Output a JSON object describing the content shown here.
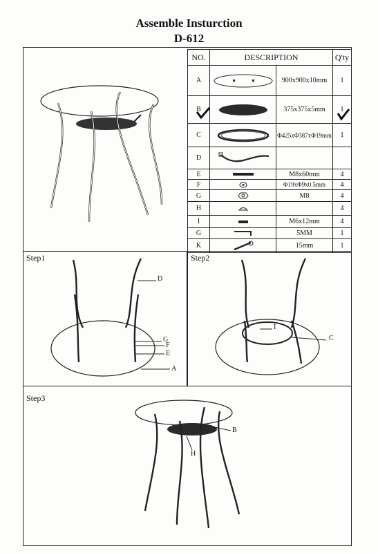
{
  "header": {
    "title": "Assemble Insturction",
    "model": "D-612"
  },
  "table": {
    "headers": {
      "no": "NO.",
      "description": "DESCRIPTION",
      "qty": "Q'ty"
    },
    "rows": [
      {
        "no": "A",
        "icon": "glass-tabletop-icon",
        "spec": "900x900x10mm",
        "qty": "1"
      },
      {
        "no": "B",
        "icon": "mesh-shelf-icon",
        "spec": "375x375x5mm",
        "qty": "1"
      },
      {
        "no": "C",
        "icon": "ring-frame-icon",
        "spec": "Φ425xΦ387xΦ19mm",
        "qty": "1"
      },
      {
        "no": "D",
        "icon": "curved-leg-icon",
        "spec": "",
        "qty": ""
      },
      {
        "no": "E",
        "icon": "bolt-icon",
        "spec": "M8x60mm",
        "qty": "4"
      },
      {
        "no": "F",
        "icon": "washer-icon",
        "spec": "Φ19xΦ9x0.5mm",
        "qty": "4"
      },
      {
        "no": "G",
        "icon": "nut-icon",
        "spec": "M8",
        "qty": "4"
      },
      {
        "no": "H",
        "icon": "suction-cup-icon",
        "spec": "",
        "qty": "4"
      },
      {
        "no": "I",
        "icon": "screw-icon",
        "spec": "M6x12mm",
        "qty": "4"
      },
      {
        "no": "G",
        "icon": "allen-key-icon",
        "spec": "5MM",
        "qty": "1"
      },
      {
        "no": "K",
        "icon": "wrench-icon",
        "spec": "15mm",
        "qty": "1"
      }
    ]
  },
  "steps": {
    "step1": {
      "label": "Step1",
      "callouts": {
        "d": "D",
        "g": "G",
        "f": "F",
        "e": "E",
        "a": "A"
      }
    },
    "step2": {
      "label": "Step2",
      "callouts": {
        "i": "I",
        "c": "C"
      }
    },
    "step3": {
      "label": "Step3",
      "callouts": {
        "b": "B",
        "h": "H"
      }
    }
  }
}
